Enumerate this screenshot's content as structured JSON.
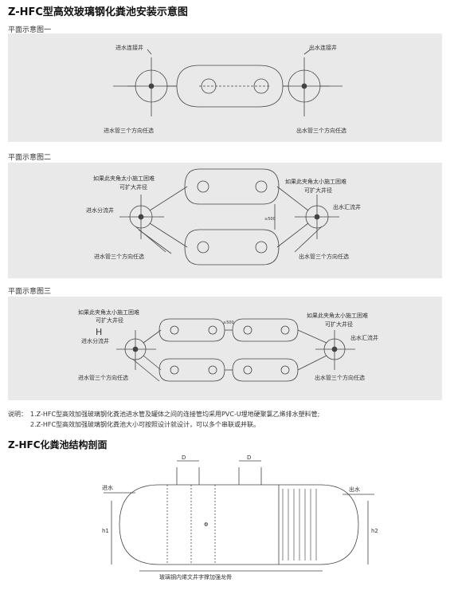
{
  "page_title": "Z-HFC型高效玻璃钢化粪池安装示意图",
  "plan1": {
    "heading": "平面示意图一",
    "inlet_well": "进水连接井",
    "outlet_well": "出水连接井",
    "inlet_pipe_note": "进水管三个方向任选",
    "outlet_pipe_note": "出水管三个方向任选"
  },
  "plan2": {
    "heading": "平面示意图二",
    "angle_note_left": "如果此夹角太小施工困难",
    "expand_left": "可扩大井径",
    "angle_note_right": "如果此夹角太小施工困难",
    "expand_right": "可扩大井径",
    "inlet_well": "进水分流井",
    "outlet_well": "出水汇流井",
    "inlet_pipe_note": "进水管三个方向任选",
    "outlet_pipe_note": "出水管三个方向任选",
    "dim": "≥500"
  },
  "plan3": {
    "heading": "平面示意图三",
    "angle_note_left": "如果此夹角太小施工困难",
    "expand_left": "可扩大井径",
    "h_label": "H",
    "angle_note_right": "如果此夹角太小施工困难",
    "expand_right": "可扩大井径",
    "inlet_well": "进水分流井",
    "outlet_well": "出水汇流井",
    "inlet_pipe_note": "进水管三个方向任选",
    "outlet_pipe_note": "出水管三个方向任选",
    "dim": "≥500"
  },
  "notes": {
    "label": "说明：",
    "line1": "1.Z-HFC型高效加强玻璃钢化粪池进水管及罐体之间的连接管均采用PVC-U埋地硬聚氯乙烯排水塑料管;",
    "line2": "2.Z-HFC型高效加强玻璃钢化粪池大小可按照设计就设计，可以多个串联或并联。"
  },
  "section": {
    "title": "Z-HFC化粪池结构剖面",
    "d_left": "D",
    "d_right": "D",
    "inlet": "进水",
    "outlet": "出水",
    "h1": "h1",
    "h2": "h2",
    "phi": "Φ",
    "bottom_note": "玻璃钢内烯文井字撑加强龙骨"
  }
}
